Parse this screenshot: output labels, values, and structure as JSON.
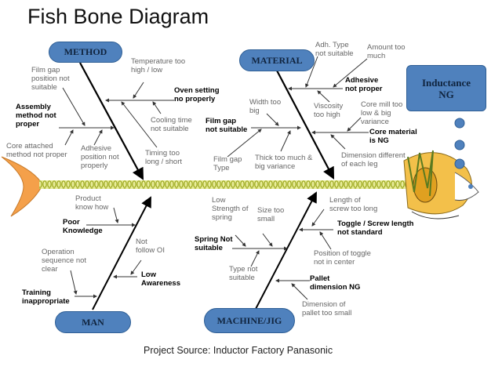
{
  "title": "Fish Bone Diagram",
  "source": "Project Source: Inductor Factory Panasonic",
  "effect": "Inductance\nNG",
  "colors": {
    "pill": "#4f81bd",
    "spine": "#c8d23a",
    "tail": "#f4a04a"
  },
  "categories": {
    "method": {
      "label": "METHOD",
      "causes": {
        "oven": "Oven setting\nno properly",
        "temperature": "Temperature too\nhigh / low",
        "cooling": "Cooling time\nnot suitable",
        "timing": "Timing too\nlong / short",
        "assembly": "Assembly\nmethod not\nproper",
        "film_gap_position": "Film gap\nposition not\nsuitable",
        "core_attached": "Core attached\nmethod not proper",
        "adhesive_position": "Adhesive\nposition not\nproperly"
      }
    },
    "material": {
      "label": "MATERIAL",
      "causes": {
        "adhesive": "Adhesive\nnot  proper",
        "adh_type": "Adh. Type\nnot suitable",
        "amount": "Amount too\nmuch",
        "viscosity": "Viscosity\ntoo high",
        "film_gap": "Film gap\nnot suitable",
        "width": "Width too\nbig",
        "film_gap_type": "Film gap\nType",
        "thick": "Thick too much &\nbig variance",
        "core_material": "Core material\nis NG",
        "core_mill": "Core mill too\nlow & big\nvariance",
        "dimension": "Dimension different\nof each leg"
      }
    },
    "man": {
      "label": "MAN",
      "causes": {
        "poor_knowledge": "Poor\nKnowledge",
        "product_know_how": "Product\nknow how",
        "not_follow": "Not\nfollow OI",
        "low_awareness": "Low\nAwareness",
        "operation_sequence": "Operation\nsequence not\nclear",
        "training": "Training\ninappropriate"
      }
    },
    "machine": {
      "label": "MACHINE/JIG",
      "causes": {
        "low_strength": "Low\nStrength of\nspring",
        "size": "Size too\nsmall",
        "spring": "Spring Not\nsuitable",
        "type": "Type not\nsuitable",
        "length": "Length of\nscrew too long",
        "toggle": "Toggle / Screw length\nnot standard",
        "position": "Position of toggle\nnot in center",
        "pallet": "Pallet\ndimension NG",
        "pallet_small": "Dimension of\npallet too small"
      }
    }
  }
}
